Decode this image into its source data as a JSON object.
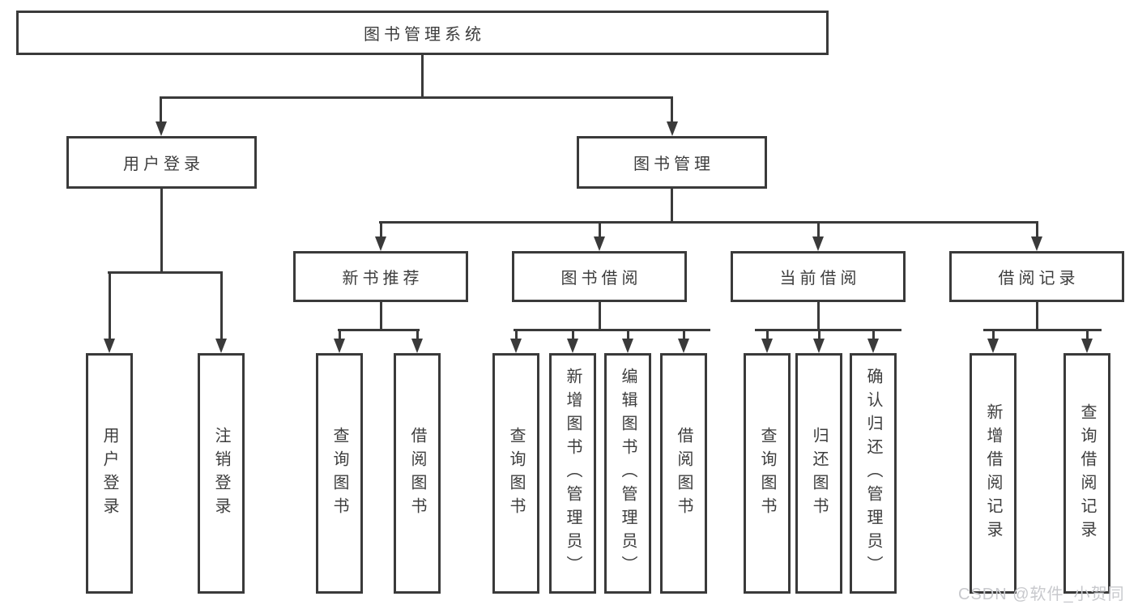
{
  "colors": {
    "line": "#3a3a3a",
    "text": "#3d3d3d",
    "background": "#ffffff",
    "watermark": "#c8c9cd"
  },
  "watermark": "CSDN @软件_小贺同学",
  "tree": {
    "label": "图书管理系统",
    "children": [
      {
        "label": "用户登录",
        "children": [
          {
            "label": "用户登录"
          },
          {
            "label": "注销登录"
          }
        ]
      },
      {
        "label": "图书管理",
        "children": [
          {
            "label": "新书推荐",
            "children": [
              {
                "label": "查询图书"
              },
              {
                "label": "借阅图书"
              }
            ]
          },
          {
            "label": "图书借阅",
            "children": [
              {
                "label": "查询图书"
              },
              {
                "label": "新增图书（管理员）"
              },
              {
                "label": "编辑图书（管理员）"
              },
              {
                "label": "借阅图书"
              }
            ]
          },
          {
            "label": "当前借阅",
            "children": [
              {
                "label": "查询图书"
              },
              {
                "label": "归还图书"
              },
              {
                "label": "确认归还（管理员）"
              }
            ]
          },
          {
            "label": "借阅记录",
            "children": [
              {
                "label": "新增借阅记录"
              },
              {
                "label": "查询借阅记录"
              }
            ]
          }
        ]
      }
    ]
  }
}
